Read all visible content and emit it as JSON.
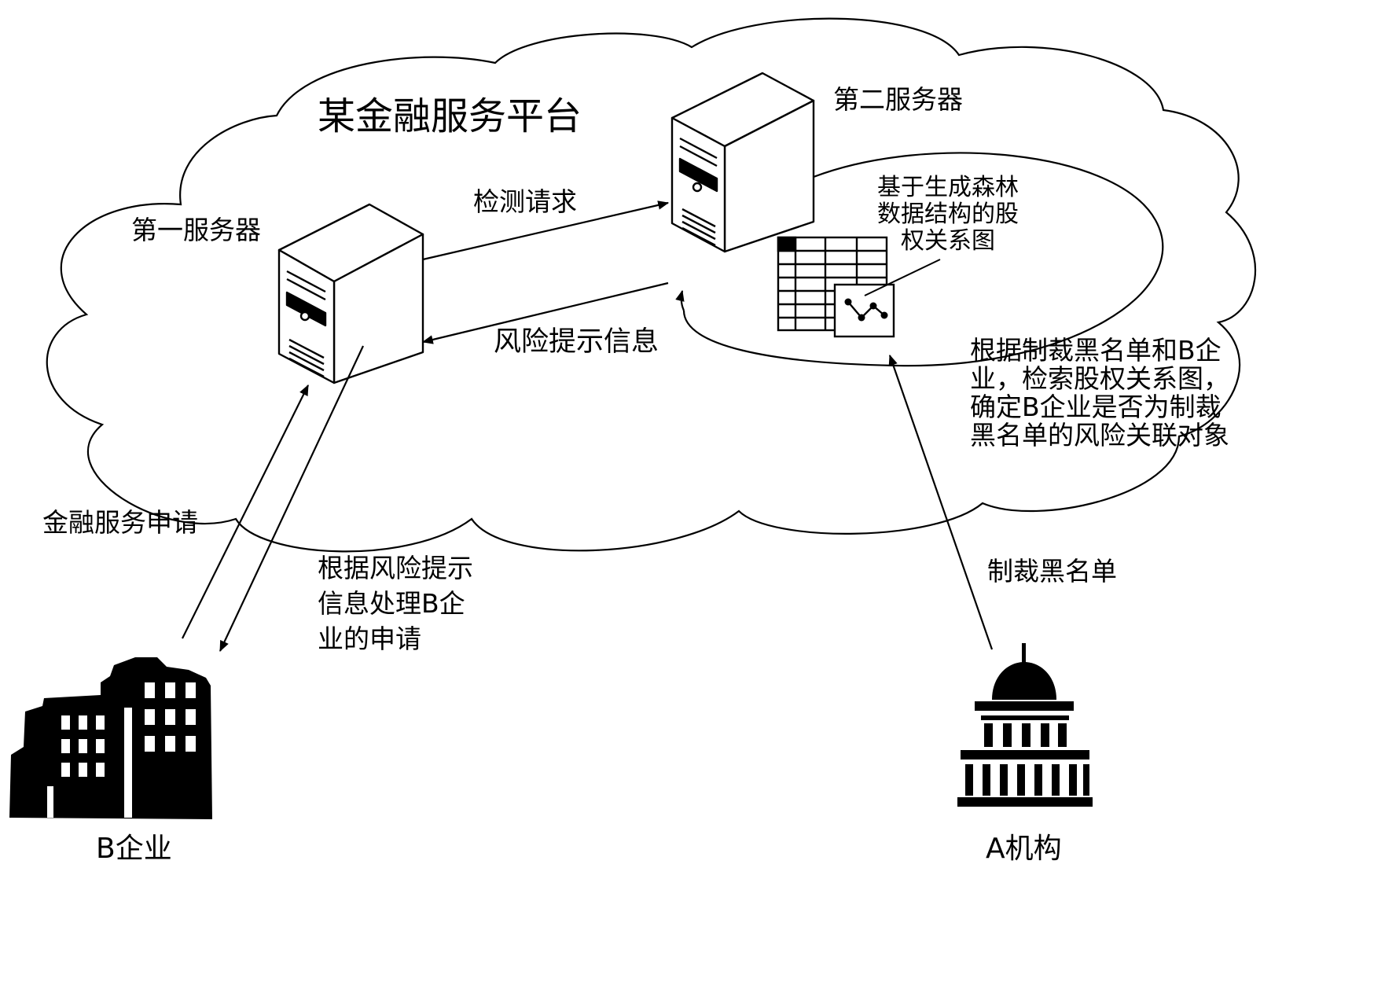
{
  "platform": {
    "title": "某金融服务平台"
  },
  "servers": {
    "first": "第一服务器",
    "second": "第二服务器"
  },
  "equity_graph": {
    "caption": "基于生成森林\n数据结构的股\n权关系图"
  },
  "flows": {
    "detection_request": "检测请求",
    "risk_alert": "风险提示信息",
    "retrieve_desc": "根据制裁黑名单和B企\n业，检索股权关系图，\n确定B企业是否为制裁\n黑名单的风险关联对象",
    "financial_application": "金融服务申请",
    "process_application": "根据风险提示\n信息处理B企\n业的申请",
    "sanction_list": "制裁黑名单"
  },
  "entities": {
    "company_b": "B企业",
    "institution_a": "A机构"
  },
  "icons": {
    "servers": "server-tower-icon",
    "table": "spreadsheet-icon",
    "chart": "line-chart-icon",
    "company": "office-building-icon",
    "institution": "domed-government-building-icon"
  },
  "colors": {
    "stroke": "#000000",
    "background": "#ffffff"
  }
}
